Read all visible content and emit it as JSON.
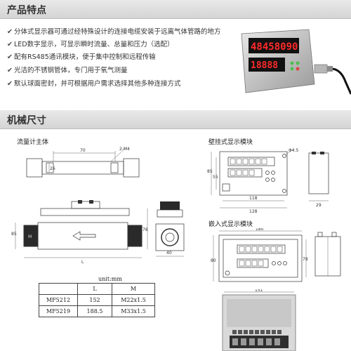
{
  "sections": {
    "features_title": "产品特点",
    "mech_title": "机械尺寸"
  },
  "features": [
    "分体式显示器可通过经特殊设计的连接电缆安装于远离气体管路的地方",
    "LED数字显示，可显示瞬时流量、总量和压力（选配）",
    "配有RS485通讯模块，便于集中控制和远程传输",
    "光洁的不锈钢管体，专门用于氧气测量",
    "默认球面密封，并可根据用户需求选择其他多种连接方式"
  ],
  "device": {
    "top_readout": "48458090",
    "bottom_readout": "18888"
  },
  "drawings": {
    "flow_body_caption": "流量计主体",
    "wall_caption": "壁挂式显示模块",
    "embed_caption": "嵌入式显示模块"
  },
  "dims": {
    "d70": "70",
    "d2m4": "2-M4",
    "d26": "26",
    "d85": "85",
    "d78": "78",
    "dL": "L",
    "dM": "M",
    "d40": "40",
    "w_phi": "Φ4.5",
    "w118": "118",
    "w128": "128",
    "w29": "29",
    "w85": "85",
    "w55": "55",
    "e180": "180",
    "e78": "78",
    "e80": "80",
    "e151": "151"
  },
  "spec_table": {
    "unit": "unit:mm",
    "headers": [
      "",
      "L",
      "M"
    ],
    "rows": [
      [
        "MF5212",
        "152",
        "M22x1.5"
      ],
      [
        "MF5219",
        "188.5",
        "M33x1.5"
      ]
    ]
  }
}
